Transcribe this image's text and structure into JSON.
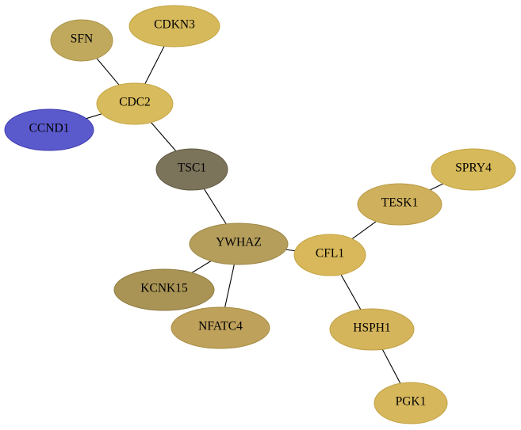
{
  "nodes": {
    "sfn": {
      "label": "SFN",
      "fill": "#c0a95c",
      "stroke": "#a99448"
    },
    "cdkn3": {
      "label": "CDKN3",
      "fill": "#d6b95a",
      "stroke": "#c3a544"
    },
    "cdc2": {
      "label": "CDC2",
      "fill": "#d8bb5c",
      "stroke": "#c4a746"
    },
    "ccnd1": {
      "label": "CCND1",
      "fill": "#5b5acd",
      "stroke": "#3e3db0"
    },
    "tsc1": {
      "label": "TSC1",
      "fill": "#7b735a",
      "stroke": "#625b44"
    },
    "spry4": {
      "label": "SPRY4",
      "fill": "#d6b95a",
      "stroke": "#c3a544"
    },
    "tesk1": {
      "label": "TESK1",
      "fill": "#cfb05c",
      "stroke": "#ba9c47"
    },
    "ywhaz": {
      "label": "YWHAZ",
      "fill": "#b59e5c",
      "stroke": "#9e8847"
    },
    "cfl1": {
      "label": "CFL1",
      "fill": "#d8b85a",
      "stroke": "#c4a444"
    },
    "kcnk15": {
      "label": "KCNK15",
      "fill": "#a99455",
      "stroke": "#8f7b40"
    },
    "nfatc4": {
      "label": "NFATC4",
      "fill": "#bea15a",
      "stroke": "#a88c45"
    },
    "hsph1": {
      "label": "HSPH1",
      "fill": "#d5b55c",
      "stroke": "#c0a146"
    },
    "pgk1": {
      "label": "PGK1",
      "fill": "#d6b75c",
      "stroke": "#c2a346"
    }
  },
  "edges": [
    [
      "sfn",
      "cdc2"
    ],
    [
      "cdkn3",
      "cdc2"
    ],
    [
      "ccnd1",
      "cdc2"
    ],
    [
      "cdc2",
      "tsc1"
    ],
    [
      "tsc1",
      "ywhaz"
    ],
    [
      "ywhaz",
      "cfl1"
    ],
    [
      "ywhaz",
      "kcnk15"
    ],
    [
      "ywhaz",
      "nfatc4"
    ],
    [
      "cfl1",
      "tesk1"
    ],
    [
      "tesk1",
      "spry4"
    ],
    [
      "cfl1",
      "hsph1"
    ],
    [
      "hsph1",
      "pgk1"
    ]
  ]
}
